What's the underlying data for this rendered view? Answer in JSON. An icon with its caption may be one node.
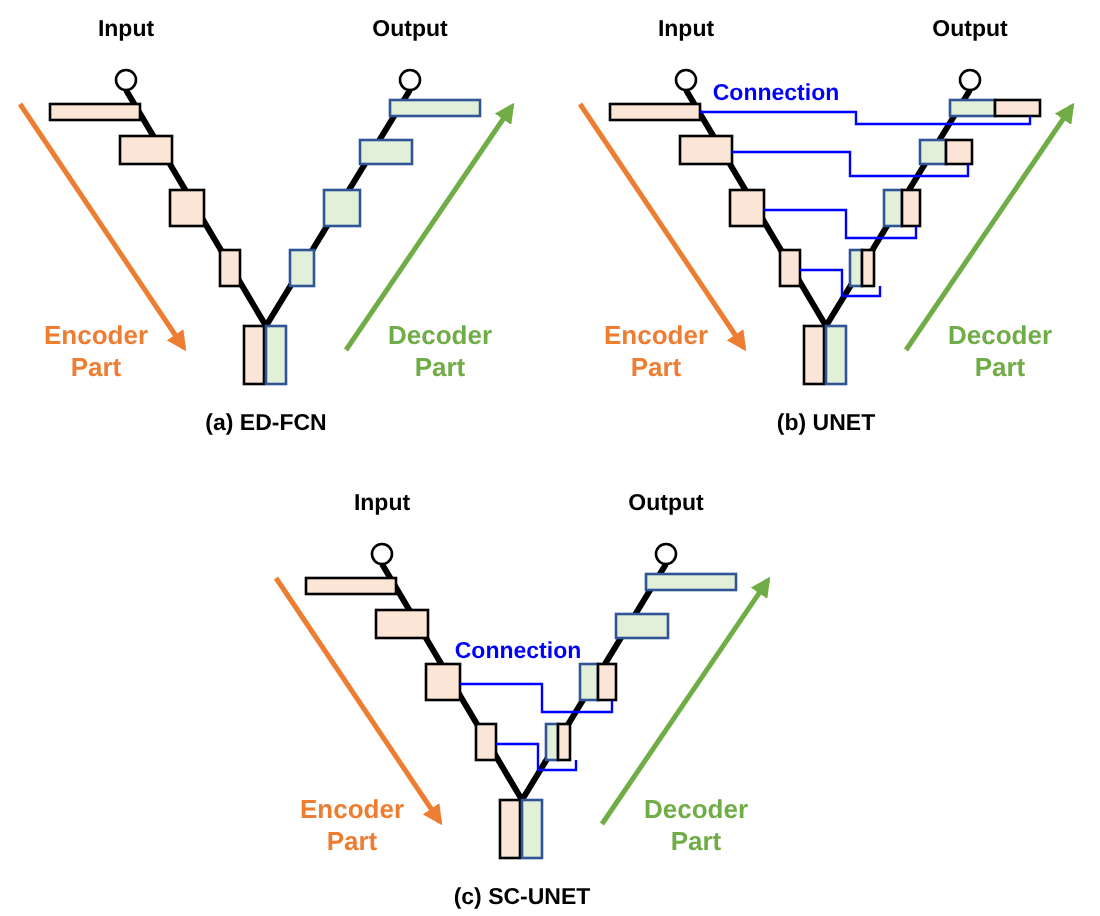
{
  "diagram": {
    "labels": [
      "Input",
      "Output",
      "Encoder Part",
      "Decoder Part",
      "(a) ED-FCN",
      "Input",
      "Output",
      "Connection",
      "Encoder Part",
      "Decoder Part",
      "(b) UNET",
      "Input",
      "Output",
      "Connection",
      "Encoder Part",
      "Decoder Part",
      "(c) SC-UNET"
    ]
  }
}
